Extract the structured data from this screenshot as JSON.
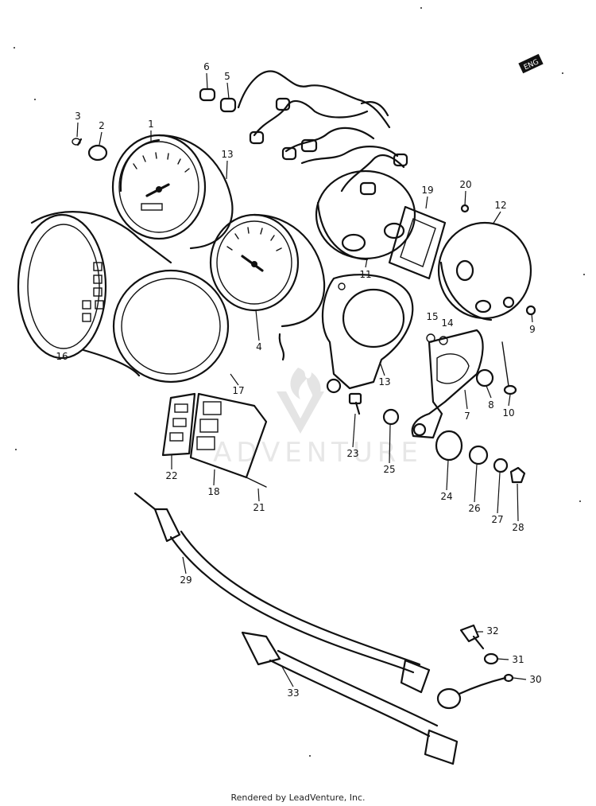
{
  "diagram": {
    "callouts": [
      "1",
      "2",
      "3",
      "4",
      "5",
      "6",
      "7",
      "8",
      "9",
      "10",
      "11",
      "12",
      "13",
      "13",
      "14",
      "15",
      "16",
      "17",
      "18",
      "19",
      "20",
      "21",
      "22",
      "23",
      "24",
      "25",
      "26",
      "27",
      "28",
      "29",
      "30",
      "31",
      "32",
      "33"
    ],
    "orientation_badge": "ENG",
    "watermark_text": "ADVENTURE",
    "footer": "Rendered by LeadVenture, Inc."
  },
  "colors": {
    "ink": "#111111",
    "background": "#ffffff",
    "watermark": "#e7e7e7"
  },
  "icons": [
    "flame-logo-icon"
  ]
}
